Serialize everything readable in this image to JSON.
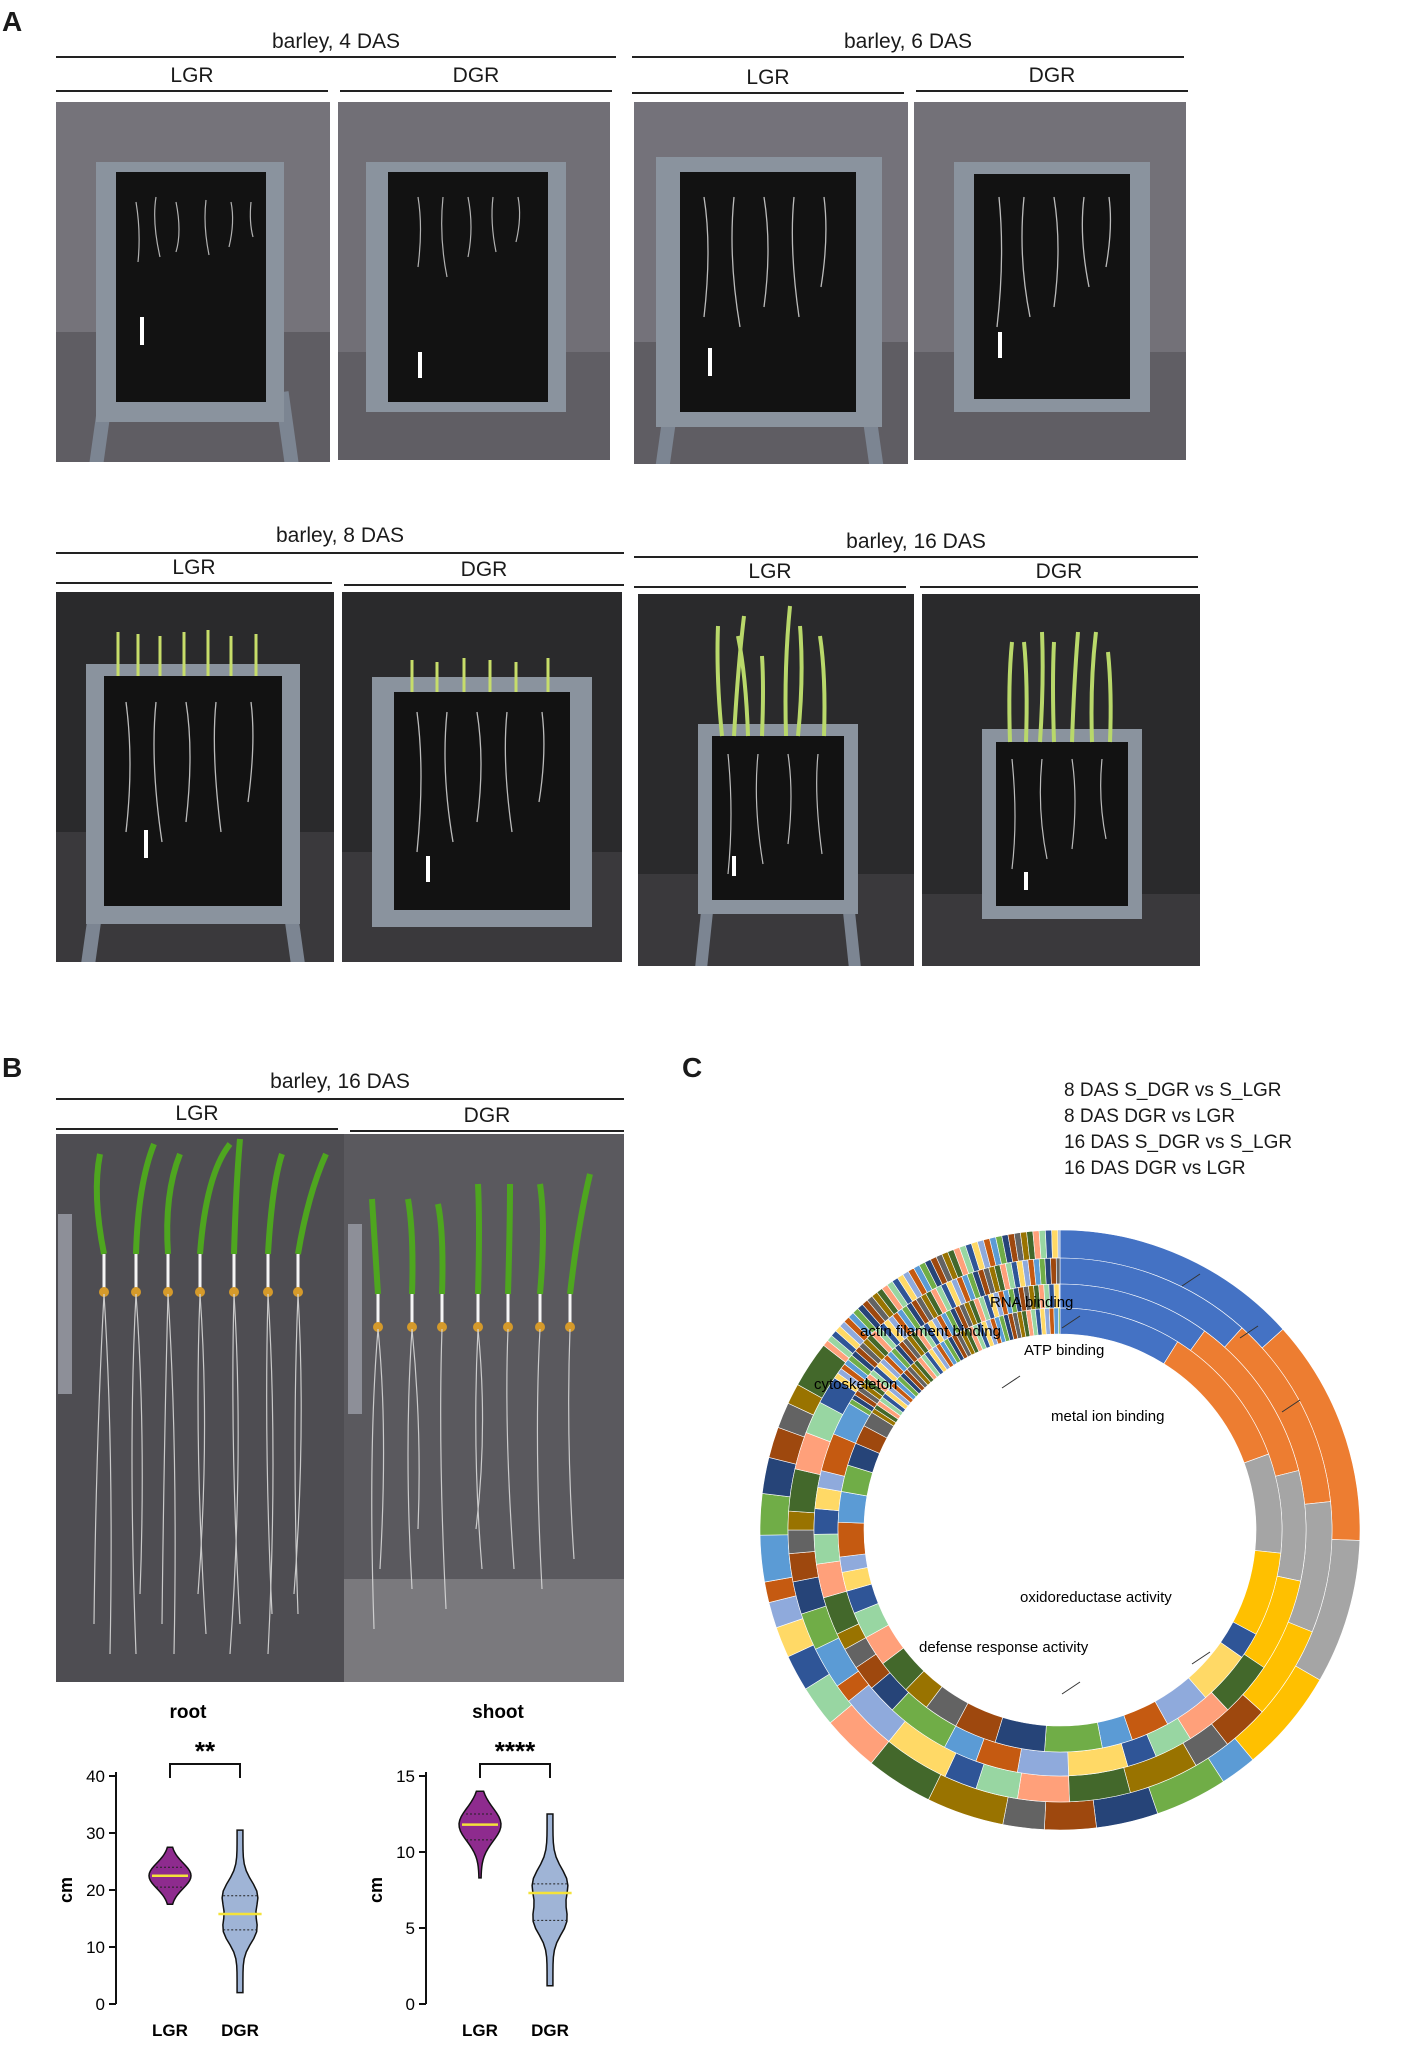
{
  "panel_letters": {
    "a": "A",
    "b": "B",
    "c": "C"
  },
  "panel_a": {
    "groups": [
      {
        "title": "barley, 4 DAS",
        "sub": [
          "LGR",
          "DGR"
        ]
      },
      {
        "title": "barley, 6 DAS",
        "sub": [
          "LGR",
          "DGR"
        ]
      },
      {
        "title": "barley, 8 DAS",
        "sub": [
          "LGR",
          "DGR"
        ]
      },
      {
        "title": "barley, 16 DAS",
        "sub": [
          "LGR",
          "DGR"
        ]
      }
    ]
  },
  "panel_b": {
    "title": "barley, 16 DAS",
    "sub": [
      "LGR",
      "DGR"
    ]
  },
  "panel_c": {
    "legend": [
      "8 DAS S_DGR vs S_LGR",
      "8 DAS DGR vs LGR",
      "16 DAS S_DGR vs S_LGR",
      "16 DAS DGR vs LGR"
    ],
    "annotations": [
      "RNA binding",
      "actin filament binding",
      "ATP binding",
      "cytoskeleton",
      "metal ion binding",
      "oxidoreductase activity",
      "defense response activity"
    ],
    "colors": {
      "rna": "#4472c4",
      "atp": "#ed7d31",
      "metal": "#a5a5a5",
      "yellow": "#ffc000",
      "lightblue": "#5b9bd5",
      "green": "#70ad47",
      "navy": "#264478",
      "brown": "#9e480e",
      "darkgreen": "#43682b",
      "olive": "#997300",
      "grey2": "#636363"
    }
  },
  "chart_data": [
    {
      "type": "violin",
      "title": "root",
      "categories": [
        "LGR",
        "DGR"
      ],
      "ylabel": "cm",
      "ylim": [
        0,
        40
      ],
      "yticks": [
        0,
        10,
        20,
        30,
        40
      ],
      "median": [
        22.5,
        15.8
      ],
      "quartiles": [
        [
          20.5,
          24.0
        ],
        [
          13.0,
          19.0
        ]
      ],
      "range": [
        [
          17.5,
          27.5
        ],
        [
          2.0,
          30.5
        ]
      ],
      "significance": "**",
      "colors": [
        "#8e2b8e",
        "#9fb4d6"
      ]
    },
    {
      "type": "violin",
      "title": "shoot",
      "categories": [
        "LGR",
        "DGR"
      ],
      "ylabel": "cm",
      "ylim": [
        0,
        15
      ],
      "yticks": [
        0,
        5,
        10,
        15
      ],
      "median": [
        11.8,
        7.3
      ],
      "quartiles": [
        [
          10.8,
          12.5
        ],
        [
          5.5,
          7.9
        ]
      ],
      "range": [
        [
          8.3,
          14.0
        ],
        [
          1.2,
          12.5
        ]
      ],
      "significance": "****",
      "colors": [
        "#8e2b8e",
        "#9fb4d6"
      ]
    }
  ]
}
